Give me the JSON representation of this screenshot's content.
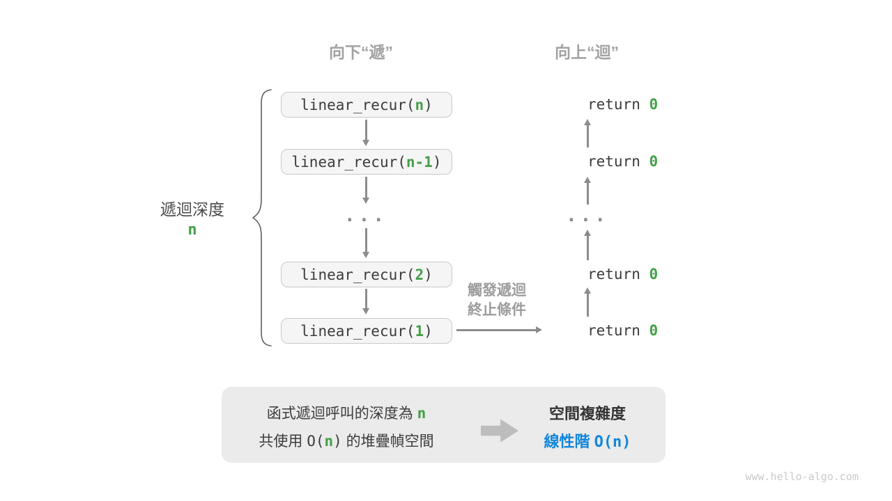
{
  "headers": {
    "down": "向下“遞”",
    "up": "向上“迴”"
  },
  "left_column": {
    "boxes": [
      {
        "pre": "linear_recur(",
        "arg": "n",
        "post": ")"
      },
      {
        "pre": "linear_recur(",
        "arg": "n-1",
        "post": ")"
      },
      {
        "pre": "linear_recur(",
        "arg": "2",
        "post": ")"
      },
      {
        "pre": "linear_recur(",
        "arg": "1",
        "post": ")"
      }
    ],
    "ellipsis": "..."
  },
  "right_column": {
    "returns": [
      {
        "pre": "return ",
        "val": "0"
      },
      {
        "pre": "return ",
        "val": "0"
      },
      {
        "pre": "return ",
        "val": "0"
      },
      {
        "pre": "return ",
        "val": "0"
      }
    ],
    "ellipsis": "..."
  },
  "depth_label": {
    "text": "遞迴深度",
    "value": "n"
  },
  "terminate_label": {
    "line1": "觸發遞迴",
    "line2": "終止條件"
  },
  "summary": {
    "line1": {
      "t1": "函式遞迴呼叫的深度為 ",
      "n": "n"
    },
    "line2": {
      "t1": "共使用 ",
      "o_open": "O(",
      "n": "n",
      "o_close": ")",
      "t2": " 的堆疊幀空間"
    },
    "right_title": "空間複雜度",
    "right_result": {
      "label": "線性階 ",
      "big_o": "O(n)"
    }
  },
  "watermark": "www.hello-algo.com",
  "colors": {
    "green": "#43A047",
    "blue": "#1086DC",
    "arrow_gray": "#8C8C8C",
    "header_gray": "#A2A2A2",
    "box_fill": "#F5F5F5",
    "box_border": "#C9C9C9",
    "summary_bg": "#EBEBEB"
  }
}
